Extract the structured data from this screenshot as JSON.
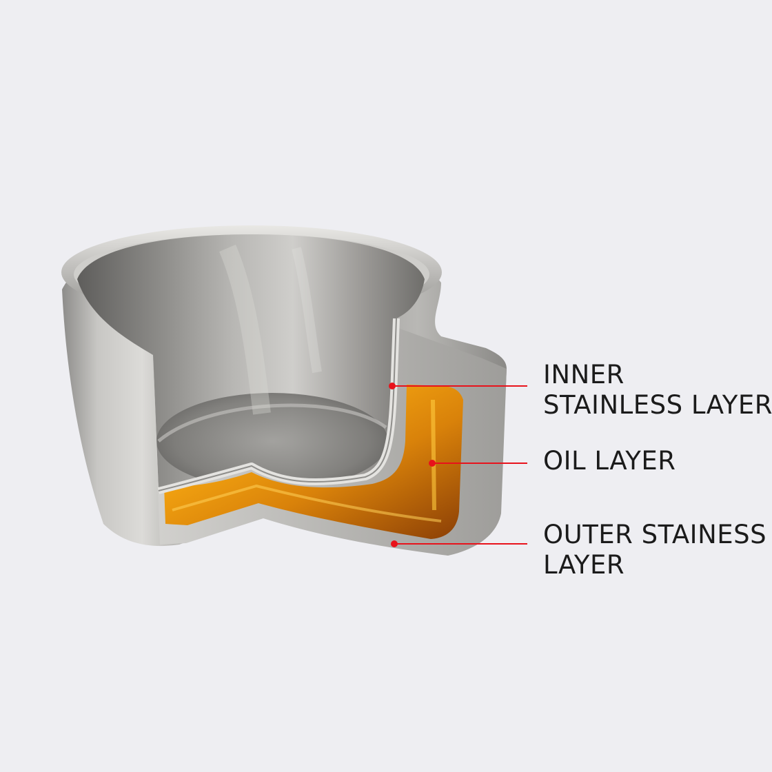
{
  "diagram": {
    "labels": {
      "inner": {
        "line1": "INNER",
        "line2": "STAINLESS LAYER"
      },
      "oil": {
        "line1": "OIL LAYER"
      },
      "outer": {
        "line1": "OUTER STAINESS",
        "line2": "LAYER"
      }
    },
    "colors": {
      "background": "#eeeef2",
      "pointer": "#e8121b",
      "steel": "#a9a8a6",
      "oil": "#e08a08",
      "text": "#1b1b1b"
    }
  }
}
